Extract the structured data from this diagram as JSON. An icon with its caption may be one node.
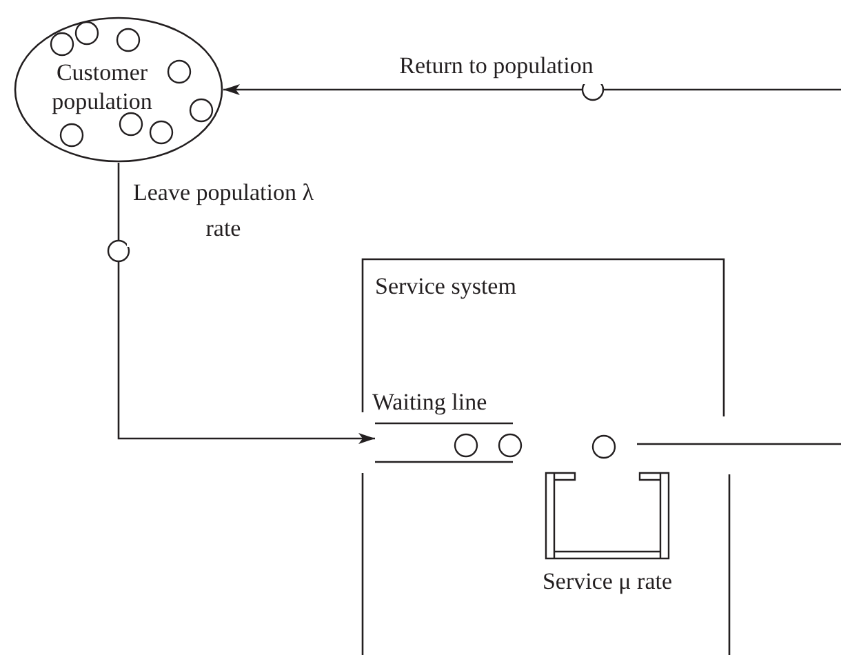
{
  "diagram": {
    "nodes": [
      {
        "text": [
          "Customer population"
        ]
      },
      {
        "text": [
          "Service system"
        ]
      },
      {
        "text": [
          "Waiting line"
        ],
        "in": 1
      },
      {
        "text": [
          "Service μ rate"
        ],
        "in": 1
      }
    ],
    "edges": [
      {
        "from": 0,
        "to": 2,
        "arrow": "to",
        "label": "Leave population λ rate"
      },
      {
        "from": null,
        "to": 0,
        "arrow": "to",
        "label": "Return to population"
      }
    ]
  }
}
